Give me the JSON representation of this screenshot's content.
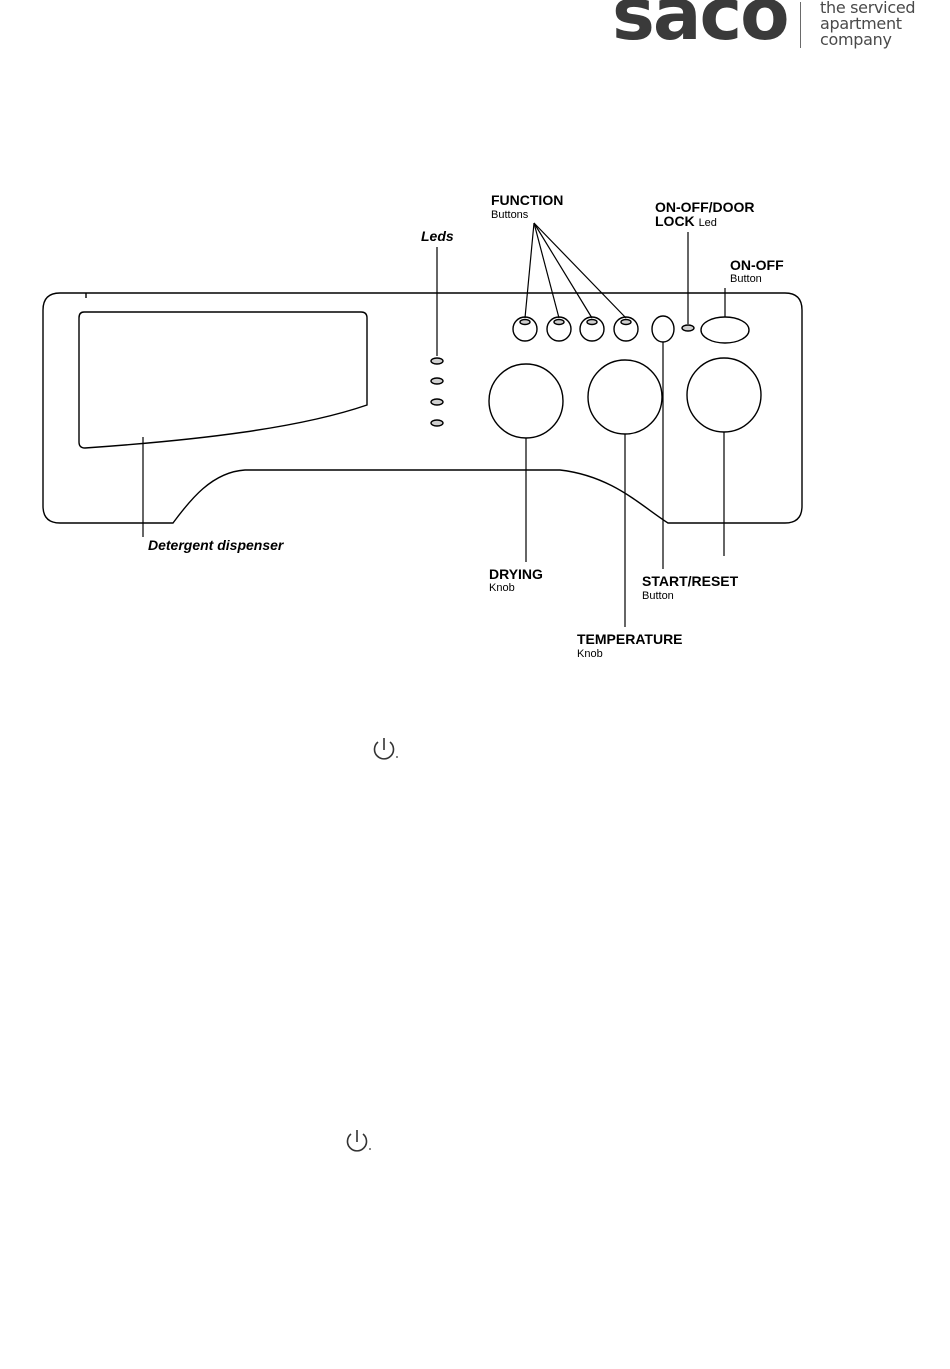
{
  "logo": {
    "wordmark": "saco",
    "tagline": [
      "the serviced",
      "apartment",
      "company"
    ]
  },
  "diagram": {
    "labels": {
      "function_title": "FUNCTION",
      "function_sub": "Buttons",
      "leds": "Leds",
      "onoff_door_line1": "ON-OFF/DOOR",
      "onoff_door_line2": "LOCK",
      "onoff_door_sub": "Led",
      "onoff_title": "ON-OFF",
      "onoff_sub": "Button",
      "detergent": "Detergent dispenser",
      "drying_title": "DRYING",
      "drying_sub": "Knob",
      "start_title": "START/RESET",
      "start_sub": "Button",
      "temperature_title": "TEMPERATURE",
      "temperature_sub": "Knob"
    }
  },
  "icons": [
    "power-icon",
    "power-icon"
  ]
}
